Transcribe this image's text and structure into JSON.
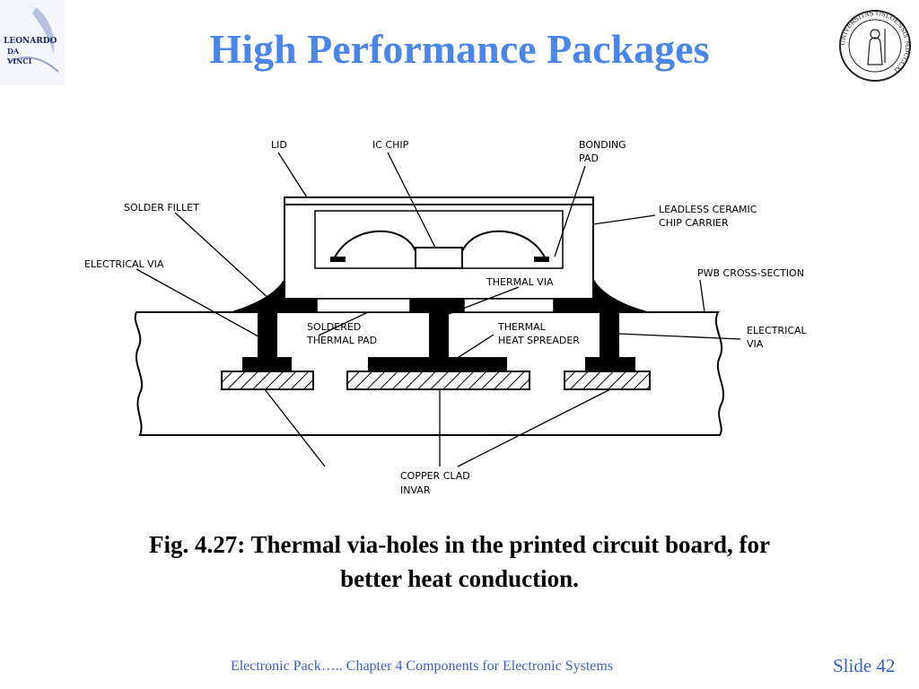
{
  "header": {
    "title": "High Performance Packages",
    "left_logo_text": [
      "LEONARDO",
      "DA",
      "VINCI"
    ],
    "right_logo_text": "UNIVERSITAS OSLOENSIS MDCCCXI"
  },
  "diagram": {
    "labels": {
      "lid": "LID",
      "ic_chip": "IC CHIP",
      "bonding_pad_1": "BONDING",
      "bonding_pad_2": "PAD",
      "solder_fillet": "SOLDER FILLET",
      "leadless_1": "LEADLESS CERAMIC",
      "leadless_2": "CHIP CARRIER",
      "electrical_via_left": "ELECTRICAL VIA",
      "pwb": "PWB CROSS-SECTION",
      "thermal_via": "THERMAL VIA",
      "soldered_1": "SOLDERED",
      "soldered_2": "THERMAL PAD",
      "thermal_hs_1": "THERMAL",
      "thermal_hs_2": "HEAT SPREADER",
      "electrical_via_right_1": "ELECTRICAL",
      "electrical_via_right_2": "VIA",
      "copper_1": "COPPER CLAD",
      "copper_2": "INVAR"
    }
  },
  "caption": {
    "line1": "Fig. 4.27: Thermal via-holes in the printed circuit board, for",
    "line2": "better heat conduction."
  },
  "footer": {
    "course": "Electronic Pack…..   Chapter 4 Components for Electronic Systems",
    "slide": "Slide 42"
  }
}
